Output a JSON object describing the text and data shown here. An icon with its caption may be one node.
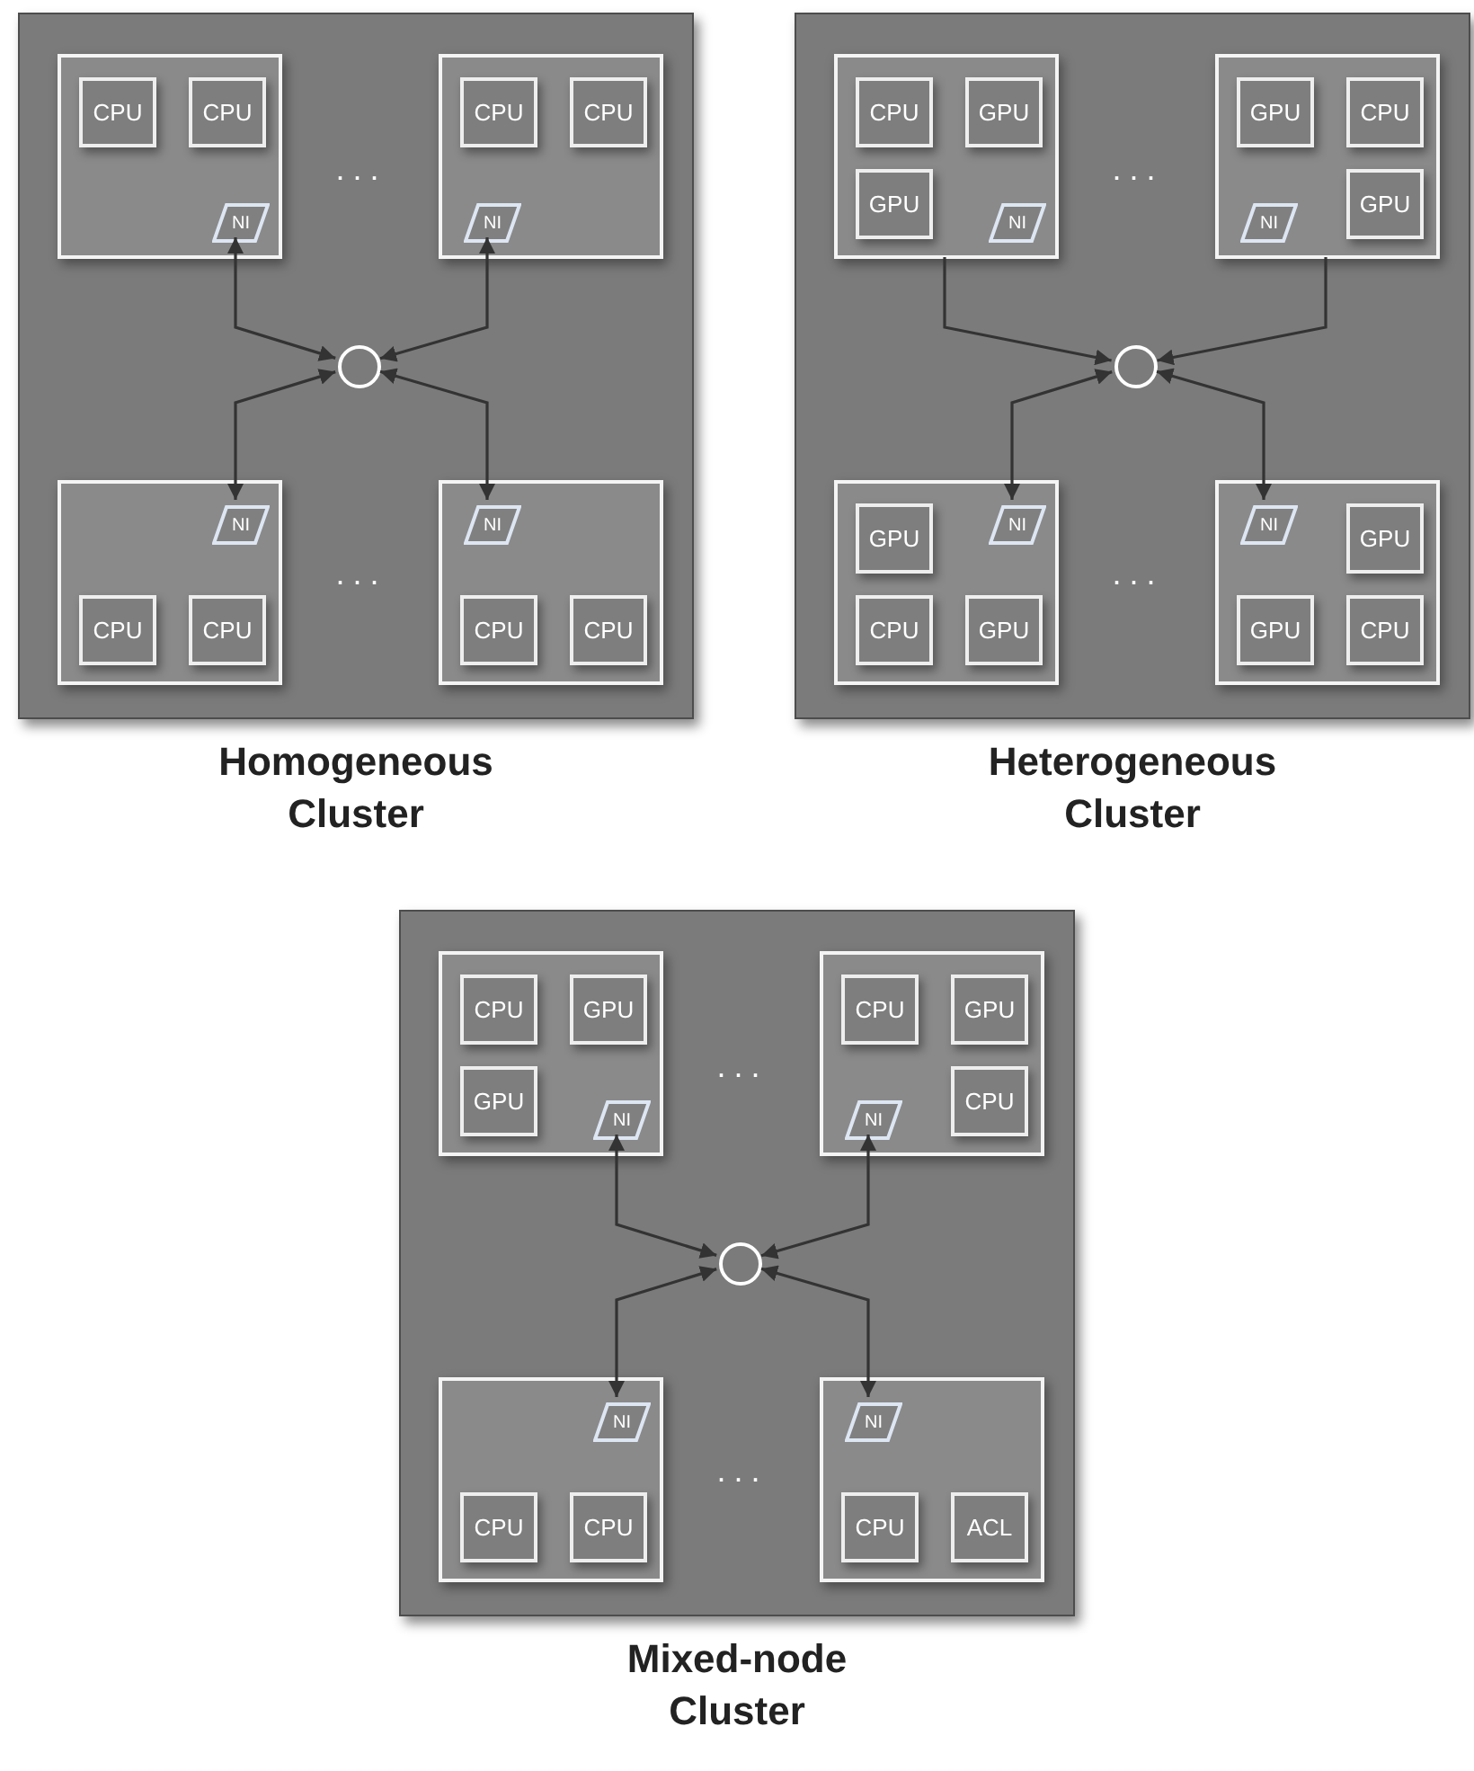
{
  "diagram": {
    "nodes": [
      {
        "text": [
          "Homogeneous Cluster"
        ]
      },
      {
        "text": [],
        "shape": "box",
        "in": 0
      },
      {
        "text": [
          "CPU"
        ],
        "in": 1
      },
      {
        "text": [
          "CPU"
        ],
        "in": 1
      },
      {
        "text": [
          "NI"
        ],
        "in": 1
      },
      {
        "text": [],
        "shape": "box",
        "in": 0
      },
      {
        "text": [
          "CPU"
        ],
        "in": 5
      },
      {
        "text": [
          "CPU"
        ],
        "in": 5
      },
      {
        "text": [
          "NI"
        ],
        "in": 5
      },
      {
        "text": [],
        "shape": "circle",
        "in": 0
      },
      {
        "text": [],
        "shape": "box",
        "in": 0
      },
      {
        "text": [
          "NI"
        ],
        "in": 10
      },
      {
        "text": [
          "CPU"
        ],
        "in": 10
      },
      {
        "text": [
          "CPU"
        ],
        "in": 10
      },
      {
        "text": [],
        "shape": "box",
        "in": 0
      },
      {
        "text": [
          "NI"
        ],
        "in": 14
      },
      {
        "text": [
          "CPU"
        ],
        "in": 14
      },
      {
        "text": [
          "CPU"
        ],
        "in": 14
      },
      {
        "text": [
          "Heterogeneous Cluster"
        ]
      },
      {
        "text": [],
        "shape": "box",
        "in": 18
      },
      {
        "text": [
          "CPU"
        ],
        "in": 19
      },
      {
        "text": [
          "GPU"
        ],
        "in": 19
      },
      {
        "text": [
          "GPU"
        ],
        "in": 19
      },
      {
        "text": [
          "NI"
        ],
        "in": 19
      },
      {
        "text": [],
        "shape": "box",
        "in": 18
      },
      {
        "text": [
          "GPU"
        ],
        "in": 24
      },
      {
        "text": [
          "CPU"
        ],
        "in": 24
      },
      {
        "text": [
          "NI"
        ],
        "in": 24
      },
      {
        "text": [
          "GPU"
        ],
        "in": 24
      },
      {
        "text": [],
        "shape": "circle",
        "in": 18
      },
      {
        "text": [],
        "shape": "box",
        "in": 18
      },
      {
        "text": [
          "GPU"
        ],
        "in": 30
      },
      {
        "text": [
          "NI"
        ],
        "in": 30
      },
      {
        "text": [
          "CPU"
        ],
        "in": 30
      },
      {
        "text": [
          "GPU"
        ],
        "in": 30
      },
      {
        "text": [],
        "shape": "box",
        "in": 18
      },
      {
        "text": [
          "NI"
        ],
        "in": 35
      },
      {
        "text": [
          "GPU"
        ],
        "in": 35
      },
      {
        "text": [
          "GPU"
        ],
        "in": 35
      },
      {
        "text": [
          "CPU"
        ],
        "in": 35
      },
      {
        "text": [
          "Mixed-node Cluster"
        ]
      },
      {
        "text": [],
        "shape": "box",
        "in": 40
      },
      {
        "text": [
          "CPU"
        ],
        "in": 41
      },
      {
        "text": [
          "GPU"
        ],
        "in": 41
      },
      {
        "text": [
          "GPU"
        ],
        "in": 41
      },
      {
        "text": [
          "NI"
        ],
        "in": 41
      },
      {
        "text": [],
        "shape": "box",
        "in": 40
      },
      {
        "text": [
          "CPU"
        ],
        "in": 46
      },
      {
        "text": [
          "GPU"
        ],
        "in": 46
      },
      {
        "text": [
          "NI"
        ],
        "in": 46
      },
      {
        "text": [
          "CPU"
        ],
        "in": 46
      },
      {
        "text": [],
        "shape": "circle",
        "in": 40
      },
      {
        "text": [],
        "shape": "box",
        "in": 40
      },
      {
        "text": [
          "NI"
        ],
        "in": 52
      },
      {
        "text": [
          "CPU"
        ],
        "in": 52
      },
      {
        "text": [
          "CPU"
        ],
        "in": 52
      },
      {
        "text": [],
        "shape": "box",
        "in": 40
      },
      {
        "text": [
          "NI"
        ],
        "in": 56
      },
      {
        "text": [
          "CPU"
        ],
        "in": 56
      },
      {
        "text": [
          "ACL"
        ],
        "in": 56
      }
    ],
    "edges": [
      {
        "from": 4,
        "to": 9,
        "arrow": "both"
      },
      {
        "from": 8,
        "to": 9,
        "arrow": "both"
      },
      {
        "from": 9,
        "to": 11,
        "arrow": "both"
      },
      {
        "from": 9,
        "to": 15,
        "arrow": "both"
      },
      {
        "from": 19,
        "to": 29,
        "arrow": "to"
      },
      {
        "from": 24,
        "to": 29,
        "arrow": "to"
      },
      {
        "from": 29,
        "to": 32,
        "arrow": "both"
      },
      {
        "from": 29,
        "to": 36,
        "arrow": "both"
      },
      {
        "from": 45,
        "to": 51,
        "arrow": "both"
      },
      {
        "from": 49,
        "to": 51,
        "arrow": "both"
      },
      {
        "from": 51,
        "to": 53,
        "arrow": "both"
      },
      {
        "from": 51,
        "to": 57,
        "arrow": "both"
      }
    ],
    "labels": [
      "...",
      "...",
      "...",
      "...",
      "...",
      "..."
    ]
  }
}
